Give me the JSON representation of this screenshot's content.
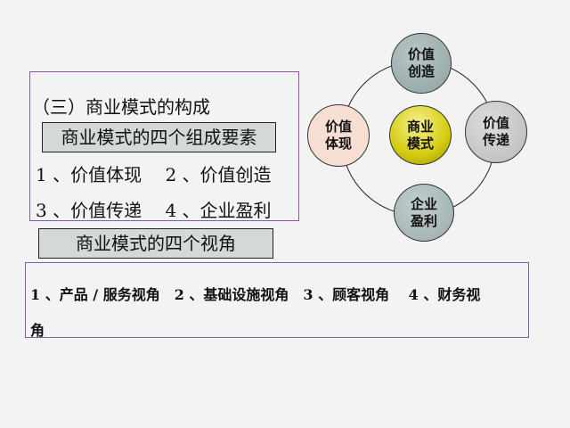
{
  "heading": "（三）商业模式的构成",
  "elements_box": {
    "title": "商业模式的四个组成要素",
    "line1": "1 、价值体现　 2 、价值创造",
    "line2": "3 、价值传递　 4 、企业盈利"
  },
  "perspectives_box": {
    "title": "商业模式的四个视角",
    "line1": "1 、产品 / 服务视角　2 、基础设施视角　3 、顾客视角　 4 、财务视",
    "line2": "角"
  },
  "diagram": {
    "center": {
      "line1": "商业",
      "line2": "模式",
      "color": "#d8d010"
    },
    "top": {
      "line1": "价值",
      "line2": "创造",
      "color": "#9fb0b0"
    },
    "left": {
      "line1": "价值",
      "line2": "体现",
      "color": "#f6ded2"
    },
    "right": {
      "line1": "价值",
      "line2": "传递",
      "color": "#c7c9c9"
    },
    "bottom": {
      "line1": "企业",
      "line2": "盈利",
      "color": "#a9b8b8"
    }
  }
}
